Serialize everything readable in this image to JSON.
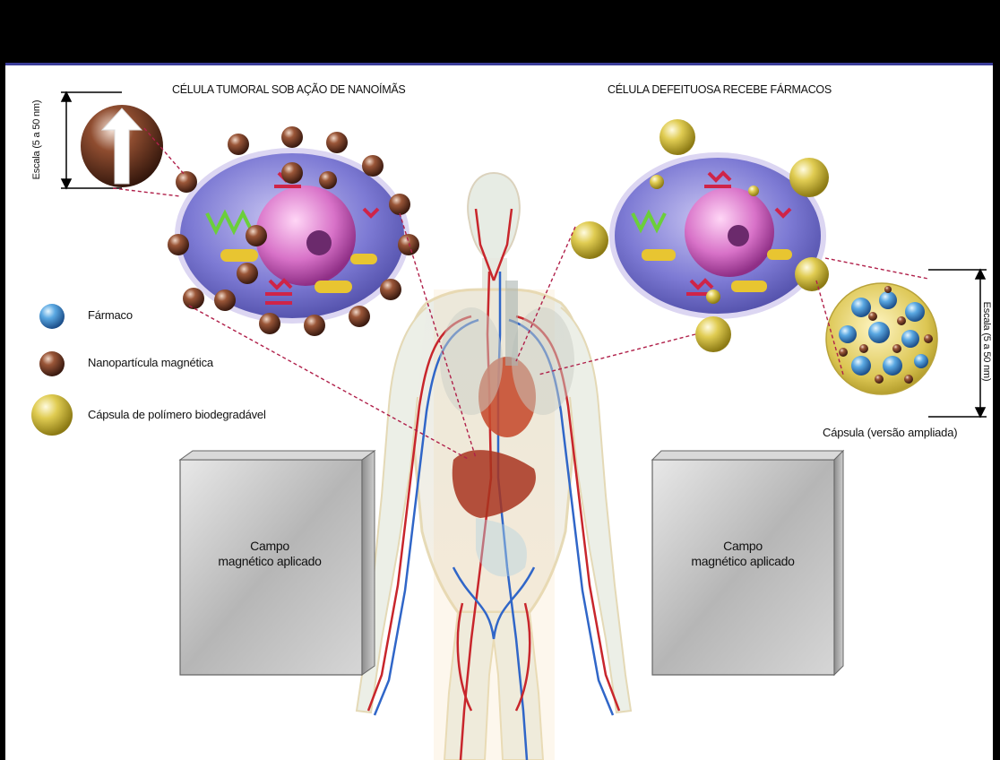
{
  "titles": {
    "left": "CÉLULA TUMORAL SOB AÇÃO DE NANOÍMÃS",
    "right": "CÉLULA DEFEITUOSA RECEBE FÁRMACOS"
  },
  "legend": {
    "drug": "Fármaco",
    "nanoparticle": "Nanopartícula magnética",
    "capsule": "Cápsula de polímero biodegradável"
  },
  "scale": {
    "left": "Escala (5 a 50 nm)",
    "right": "Escala (5 a 50 nm)"
  },
  "capsule_caption": "Cápsula (versão ampliada)",
  "boxes": {
    "left_line1": "Campo",
    "left_line2": "magnético aplicado",
    "right_line1": "Campo",
    "right_line2": "magnético aplicado"
  },
  "colors": {
    "drug": "#3a8fd6",
    "nanoparticle": "#7a3f24",
    "capsule": "#d9c43a",
    "leader": "#b0204a",
    "border": "#3b3d9a"
  }
}
